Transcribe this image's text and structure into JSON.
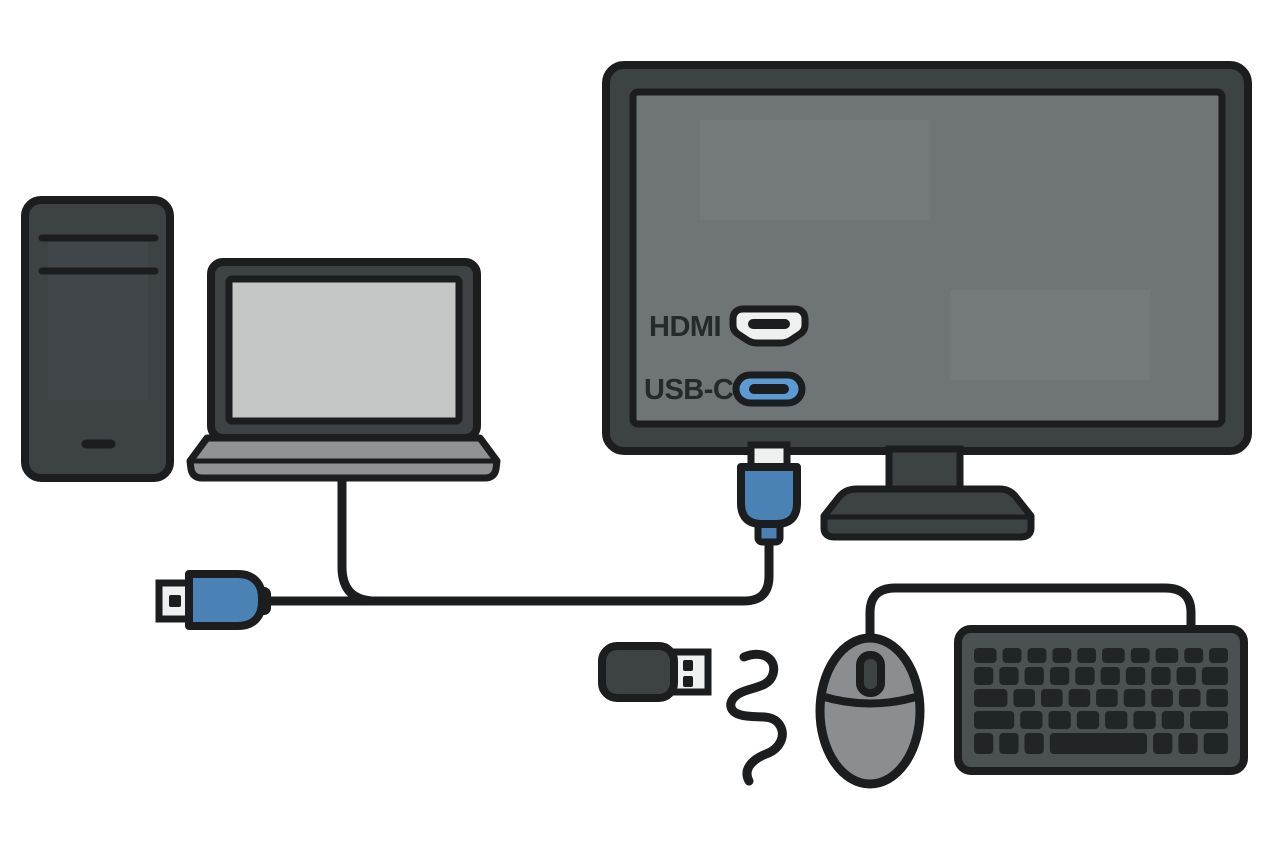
{
  "scene": {
    "description_name": "device-connection-illustration",
    "background_color": "#ffffff",
    "devices": [
      {
        "name": "desktop-tower-icon"
      },
      {
        "name": "laptop-icon"
      },
      {
        "name": "monitor-icon"
      },
      {
        "name": "usb-cable-icon"
      },
      {
        "name": "usb-plug-left-icon"
      },
      {
        "name": "usb-plug-monitor-icon"
      },
      {
        "name": "usb-dongle-icon"
      },
      {
        "name": "cable-squiggle-icon"
      },
      {
        "name": "mouse-icon"
      },
      {
        "name": "keyboard-icon"
      }
    ]
  },
  "monitor": {
    "ports": [
      {
        "label": "HDMI",
        "icon": "hdmi-port-icon"
      },
      {
        "label": "USB-C",
        "icon": "usb-c-port-icon"
      }
    ]
  },
  "colors": {
    "outline": "#1b1d1f",
    "device_dark_gray": "#3d4245",
    "monitor_screen_gray": "#6f7477",
    "laptop_screen_gray": "#c4c7c6",
    "laptop_base_gray": "#8f9395",
    "mouse_gray": "#8a8e90",
    "keyboard_body_gray": "#4b5053",
    "key_black": "#222528",
    "cable_blue": "#4b82b6",
    "port_blue": "#5b9bd2",
    "connector_white": "#eff1f1",
    "label_text": "#26292b"
  }
}
